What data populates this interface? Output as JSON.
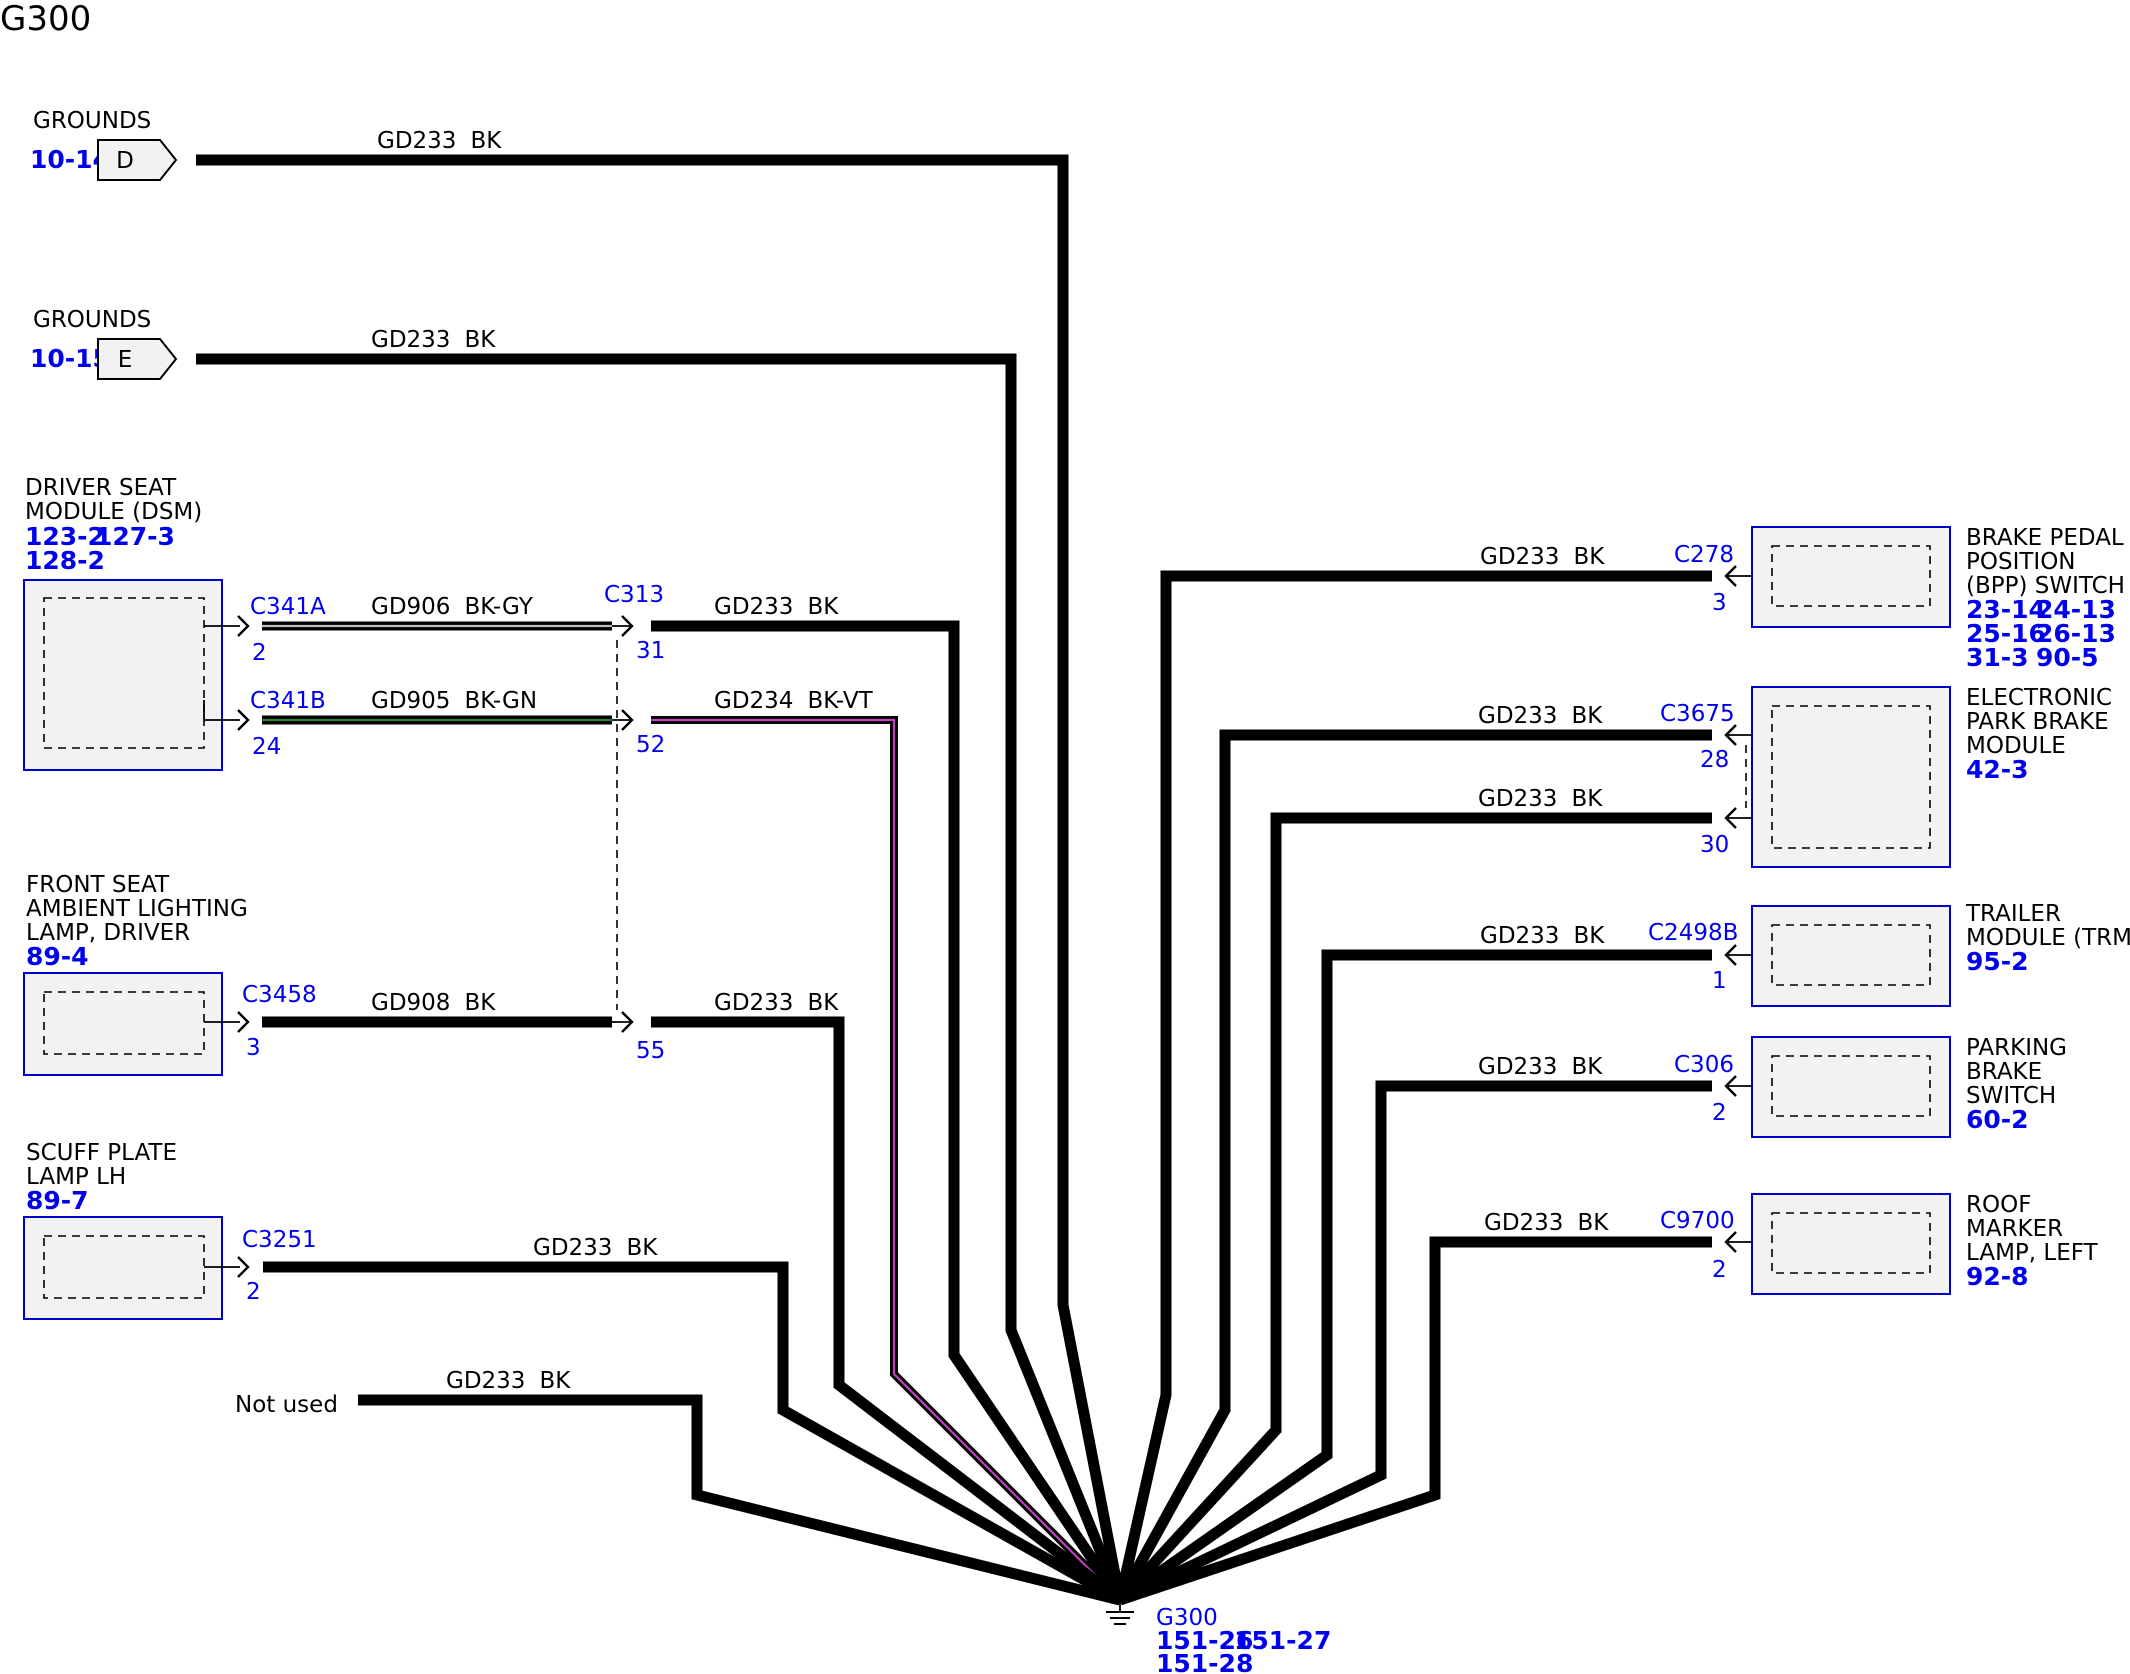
{
  "title": "G300",
  "grounds": [
    {
      "name": "GROUNDS",
      "ref": "10-14",
      "letter": "D",
      "wire": "GD233",
      "color": "BK"
    },
    {
      "name": "GROUNDS",
      "ref": "10-15",
      "letter": "E",
      "wire": "GD233",
      "color": "BK"
    }
  ],
  "left_components": {
    "dsm": {
      "line1": "DRIVER SEAT",
      "line2": "MODULE (DSM)",
      "ref1": "123-2",
      "ref2": "127-3",
      "ref3": "128-2"
    },
    "ambient": {
      "line1": "FRONT SEAT",
      "line2": "AMBIENT LIGHTING",
      "line3": "LAMP, DRIVER",
      "ref": "89-4"
    },
    "scuff": {
      "line1": "SCUFF PLATE",
      "line2": "LAMP LH",
      "ref": "89-7"
    }
  },
  "left_wires": {
    "c341a": {
      "connector": "C341A",
      "pin": "2",
      "wire": "GD906",
      "color": "BK-GY"
    },
    "c341b": {
      "connector": "C341B",
      "pin": "24",
      "wire": "GD905",
      "color": "BK-GN"
    },
    "c3458": {
      "connector": "C3458",
      "pin": "3",
      "wire": "GD908",
      "color": "BK"
    },
    "c3251": {
      "connector": "C3251",
      "pin": "2",
      "wire": "GD233",
      "color": "BK"
    }
  },
  "inline": {
    "connector": "C313",
    "pins": [
      "31",
      "52",
      "55"
    ],
    "wires": [
      {
        "wire": "GD233",
        "color": "BK"
      },
      {
        "wire": "GD234",
        "color": "BK-VT"
      },
      {
        "wire": "GD233",
        "color": "BK"
      }
    ]
  },
  "not_used": {
    "label": "Not used",
    "wire": "GD233",
    "color": "BK"
  },
  "right_components": {
    "bpp": {
      "line1": "BRAKE PEDAL",
      "line2": "POSITION",
      "line3": "(BPP) SWITCH",
      "refs": [
        "23-14",
        "24-13",
        "25-16",
        "26-13",
        "31-3",
        "90-5"
      ]
    },
    "epb": {
      "line1": "ELECTRONIC",
      "line2": "PARK BRAKE",
      "line3": "MODULE",
      "ref": "42-3"
    },
    "trm": {
      "line1": "TRAILER",
      "line2": "MODULE (TRM)",
      "ref": "95-2"
    },
    "pbs": {
      "line1": "PARKING",
      "line2": "BRAKE",
      "line3": "SWITCH",
      "ref": "60-2"
    },
    "roof": {
      "line1": "ROOF",
      "line2": "MARKER",
      "line3": "LAMP, LEFT",
      "ref": "92-8"
    }
  },
  "right_wires": {
    "c278": {
      "connector": "C278",
      "pin": "3",
      "wire": "GD233",
      "color": "BK"
    },
    "c3675a": {
      "connector": "C3675",
      "pin": "28",
      "wire": "GD233",
      "color": "BK"
    },
    "c3675b": {
      "pin": "30",
      "wire": "GD233",
      "color": "BK"
    },
    "c2498b": {
      "connector": "C2498B",
      "pin": "1",
      "wire": "GD233",
      "color": "BK"
    },
    "c306": {
      "connector": "C306",
      "pin": "2",
      "wire": "GD233",
      "color": "BK"
    },
    "c9700": {
      "connector": "C9700",
      "pin": "2",
      "wire": "GD233",
      "color": "BK"
    }
  },
  "ground_point": {
    "name": "G300",
    "refs": [
      "151-26",
      "151-27",
      "151-28"
    ]
  }
}
